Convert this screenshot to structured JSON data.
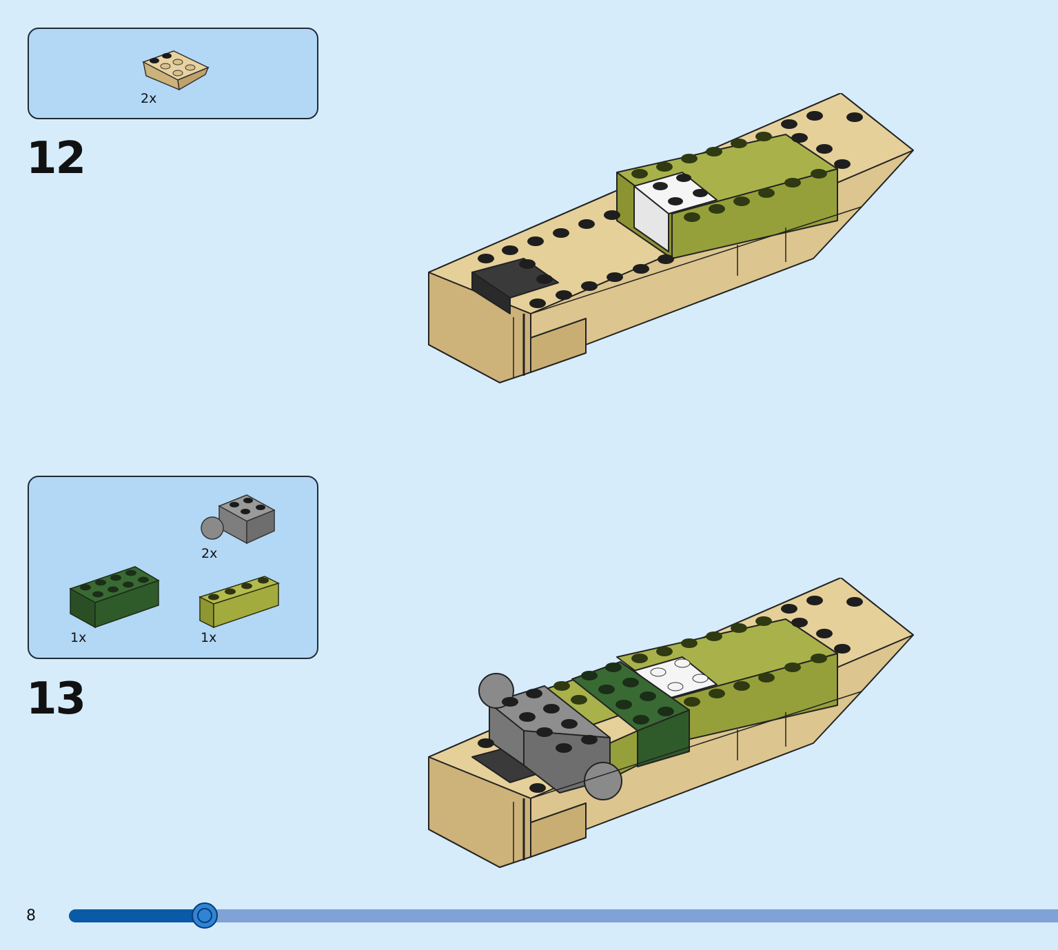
{
  "steps": [
    {
      "number": "12",
      "parts": [
        {
          "name": "tan-inverted-slope-2x3",
          "qty": "2x",
          "color": "#dcc58e"
        }
      ]
    },
    {
      "number": "13",
      "parts": [
        {
          "name": "gray-brick-2x2-with-ball",
          "qty": "2x",
          "color": "#8c8c8c"
        },
        {
          "name": "dark-green-brick-2x4",
          "qty": "1x",
          "color": "#2f5a2a"
        },
        {
          "name": "olive-green-brick-1x4",
          "qty": "1x",
          "color": "#a3ab3e"
        }
      ]
    }
  ],
  "page": {
    "number": "8"
  },
  "progress": {
    "fraction": 0.137
  },
  "colors": {
    "background": "#d6ecfb",
    "parts_box": "#b3d8f5",
    "tan": "#dcc58e",
    "olive": "#9aa53a",
    "dark_green": "#2f5a2a",
    "gray": "#8c8c8c",
    "black": "#3a3a3a",
    "white": "#f4f4f4",
    "progress_fill": "#0a5aa8",
    "progress_track": "#7fa3d6"
  }
}
